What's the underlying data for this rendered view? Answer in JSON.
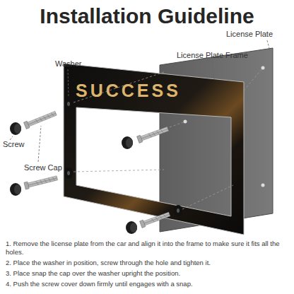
{
  "diagram": {
    "title": "Installation Guideline",
    "nodes": [
      {
        "text": [
          "SUCCESS"
        ]
      }
    ],
    "labels": [
      "License Plate",
      "License Plate Frame",
      "Washer",
      "Screw Cap",
      "Screw",
      "1. Remove the license plate from the car and align it into the frame to make sure it fits all the holes.",
      "2. Place the washer in position, screw through the hole and tighten it.",
      "3. Place snap the cap over the washer upright the position.",
      "4. Push the screw cover down firmly until engages with a snap."
    ]
  }
}
